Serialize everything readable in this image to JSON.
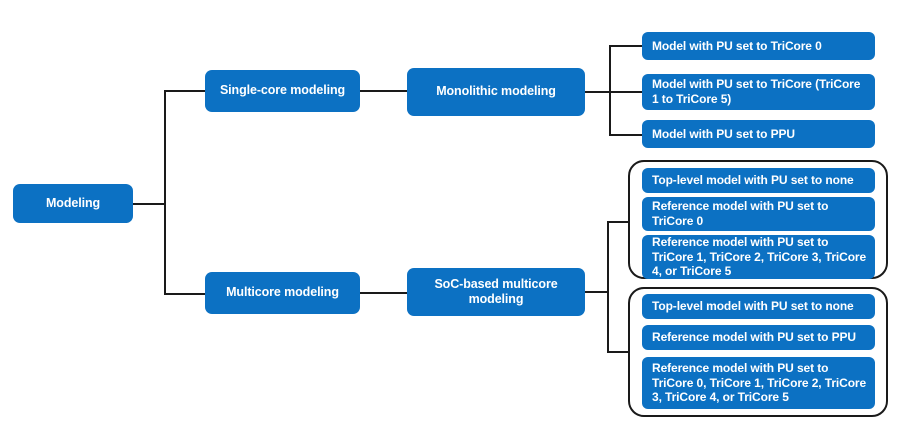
{
  "diagram": {
    "title": "Modeling approaches hierarchy",
    "accent_color": "#0c71c3",
    "line_color": "#1a1a1a",
    "text_color": "#ffffff",
    "background_color": "#ffffff"
  },
  "root": {
    "label": "Modeling"
  },
  "branches": [
    {
      "key": "single_core",
      "label": "Single-core modeling",
      "child": {
        "key": "monolithic",
        "label": "Monolithic modeling"
      },
      "leaves": [
        {
          "label": "Model with PU set to TriCore 0"
        },
        {
          "label": "Model with PU set to TriCore (TriCore 1 to TriCore 5)"
        },
        {
          "label": "Model with PU set to PPU"
        }
      ]
    },
    {
      "key": "multicore",
      "label": "Multicore modeling",
      "child": {
        "key": "soc_based",
        "label": "SoC-based multicore modeling"
      },
      "groups": [
        {
          "key": "group_a",
          "leaves": [
            {
              "label": "Top-level model with PU set to none"
            },
            {
              "label": "Reference model with PU set to TriCore 0"
            },
            {
              "label": "Reference model with PU set to TriCore 1, TriCore 2, TriCore 3, TriCore 4, or TriCore 5"
            }
          ]
        },
        {
          "key": "group_b",
          "leaves": [
            {
              "label": "Top-level model with PU set to none"
            },
            {
              "label": "Reference model with PU set to PPU"
            },
            {
              "label": "Reference model with PU set to TriCore 0, TriCore 1, TriCore 2, TriCore 3, TriCore 4, or TriCore 5"
            }
          ]
        }
      ]
    }
  ]
}
